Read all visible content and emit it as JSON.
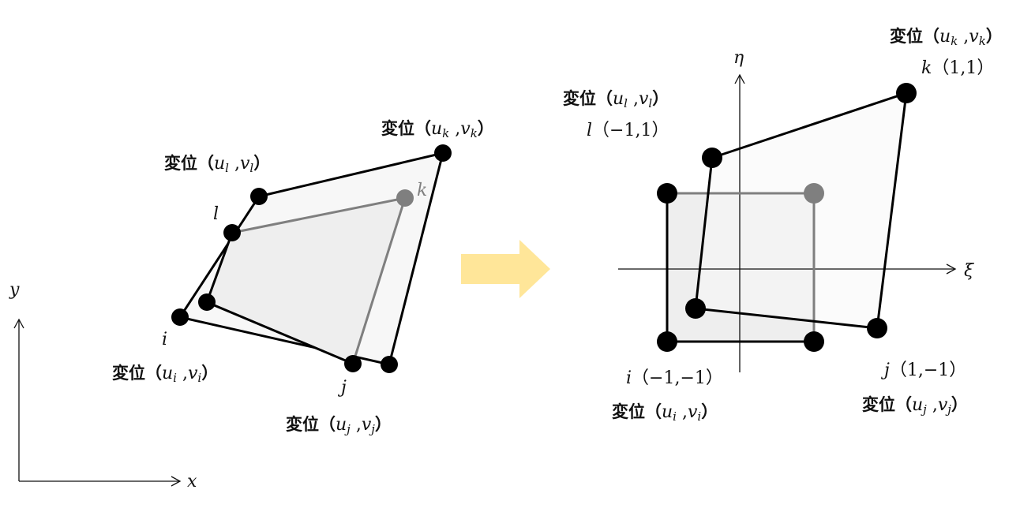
{
  "colors": {
    "arrow": "#ffe699",
    "node": "#000000",
    "node_original": "#7f7f7f",
    "fill_outer": "#f7f7f7",
    "fill_inner": "#eeeeee"
  },
  "left": {
    "axis_x": "x",
    "axis_y": "y",
    "node_labels": {
      "i": "i",
      "j": "j",
      "k": "k",
      "l": "l"
    },
    "disp_l": {
      "prefix": "変位（",
      "u": "u",
      "us": "l",
      "comma": " ,",
      "v": "v",
      "vs": "l",
      "close": "）"
    },
    "disp_k": {
      "prefix": "変位（",
      "u": "u",
      "us": "k",
      "comma": " ,",
      "v": "v",
      "vs": "k",
      "close": "）"
    },
    "disp_i": {
      "prefix": "変位（",
      "u": "u",
      "us": "i",
      "comma": " ,",
      "v": "v",
      "vs": "i",
      "close": "）"
    },
    "disp_j": {
      "prefix": "変位（",
      "u": "u",
      "us": "j",
      "comma": " ,",
      "v": "v",
      "vs": "j",
      "close": "）"
    }
  },
  "right": {
    "axis_xi": "ξ",
    "axis_eta": "η",
    "coord_k": {
      "name": "k",
      "coords": "（1,1）"
    },
    "coord_l": {
      "name": "l",
      "coords": "（−1,1）"
    },
    "coord_i": {
      "name": "i",
      "coords": "（−1,−1）"
    },
    "coord_j": {
      "name": "j",
      "coords": "（1,−1）"
    },
    "disp_l": {
      "prefix": "変位（",
      "u": "u",
      "us": "l",
      "comma": " ,",
      "v": "v",
      "vs": "l",
      "close": "）"
    },
    "disp_k": {
      "prefix": "変位（",
      "u": "u",
      "us": "k",
      "comma": " ,",
      "v": "v",
      "vs": "k",
      "close": "）"
    },
    "disp_i": {
      "prefix": "変位（",
      "u": "u",
      "us": "i",
      "comma": " ,",
      "v": "v",
      "vs": "i",
      "close": "）"
    },
    "disp_j": {
      "prefix": "変位（",
      "u": "u",
      "us": "j",
      "comma": " ,",
      "v": "v",
      "vs": "j",
      "close": "）"
    }
  }
}
